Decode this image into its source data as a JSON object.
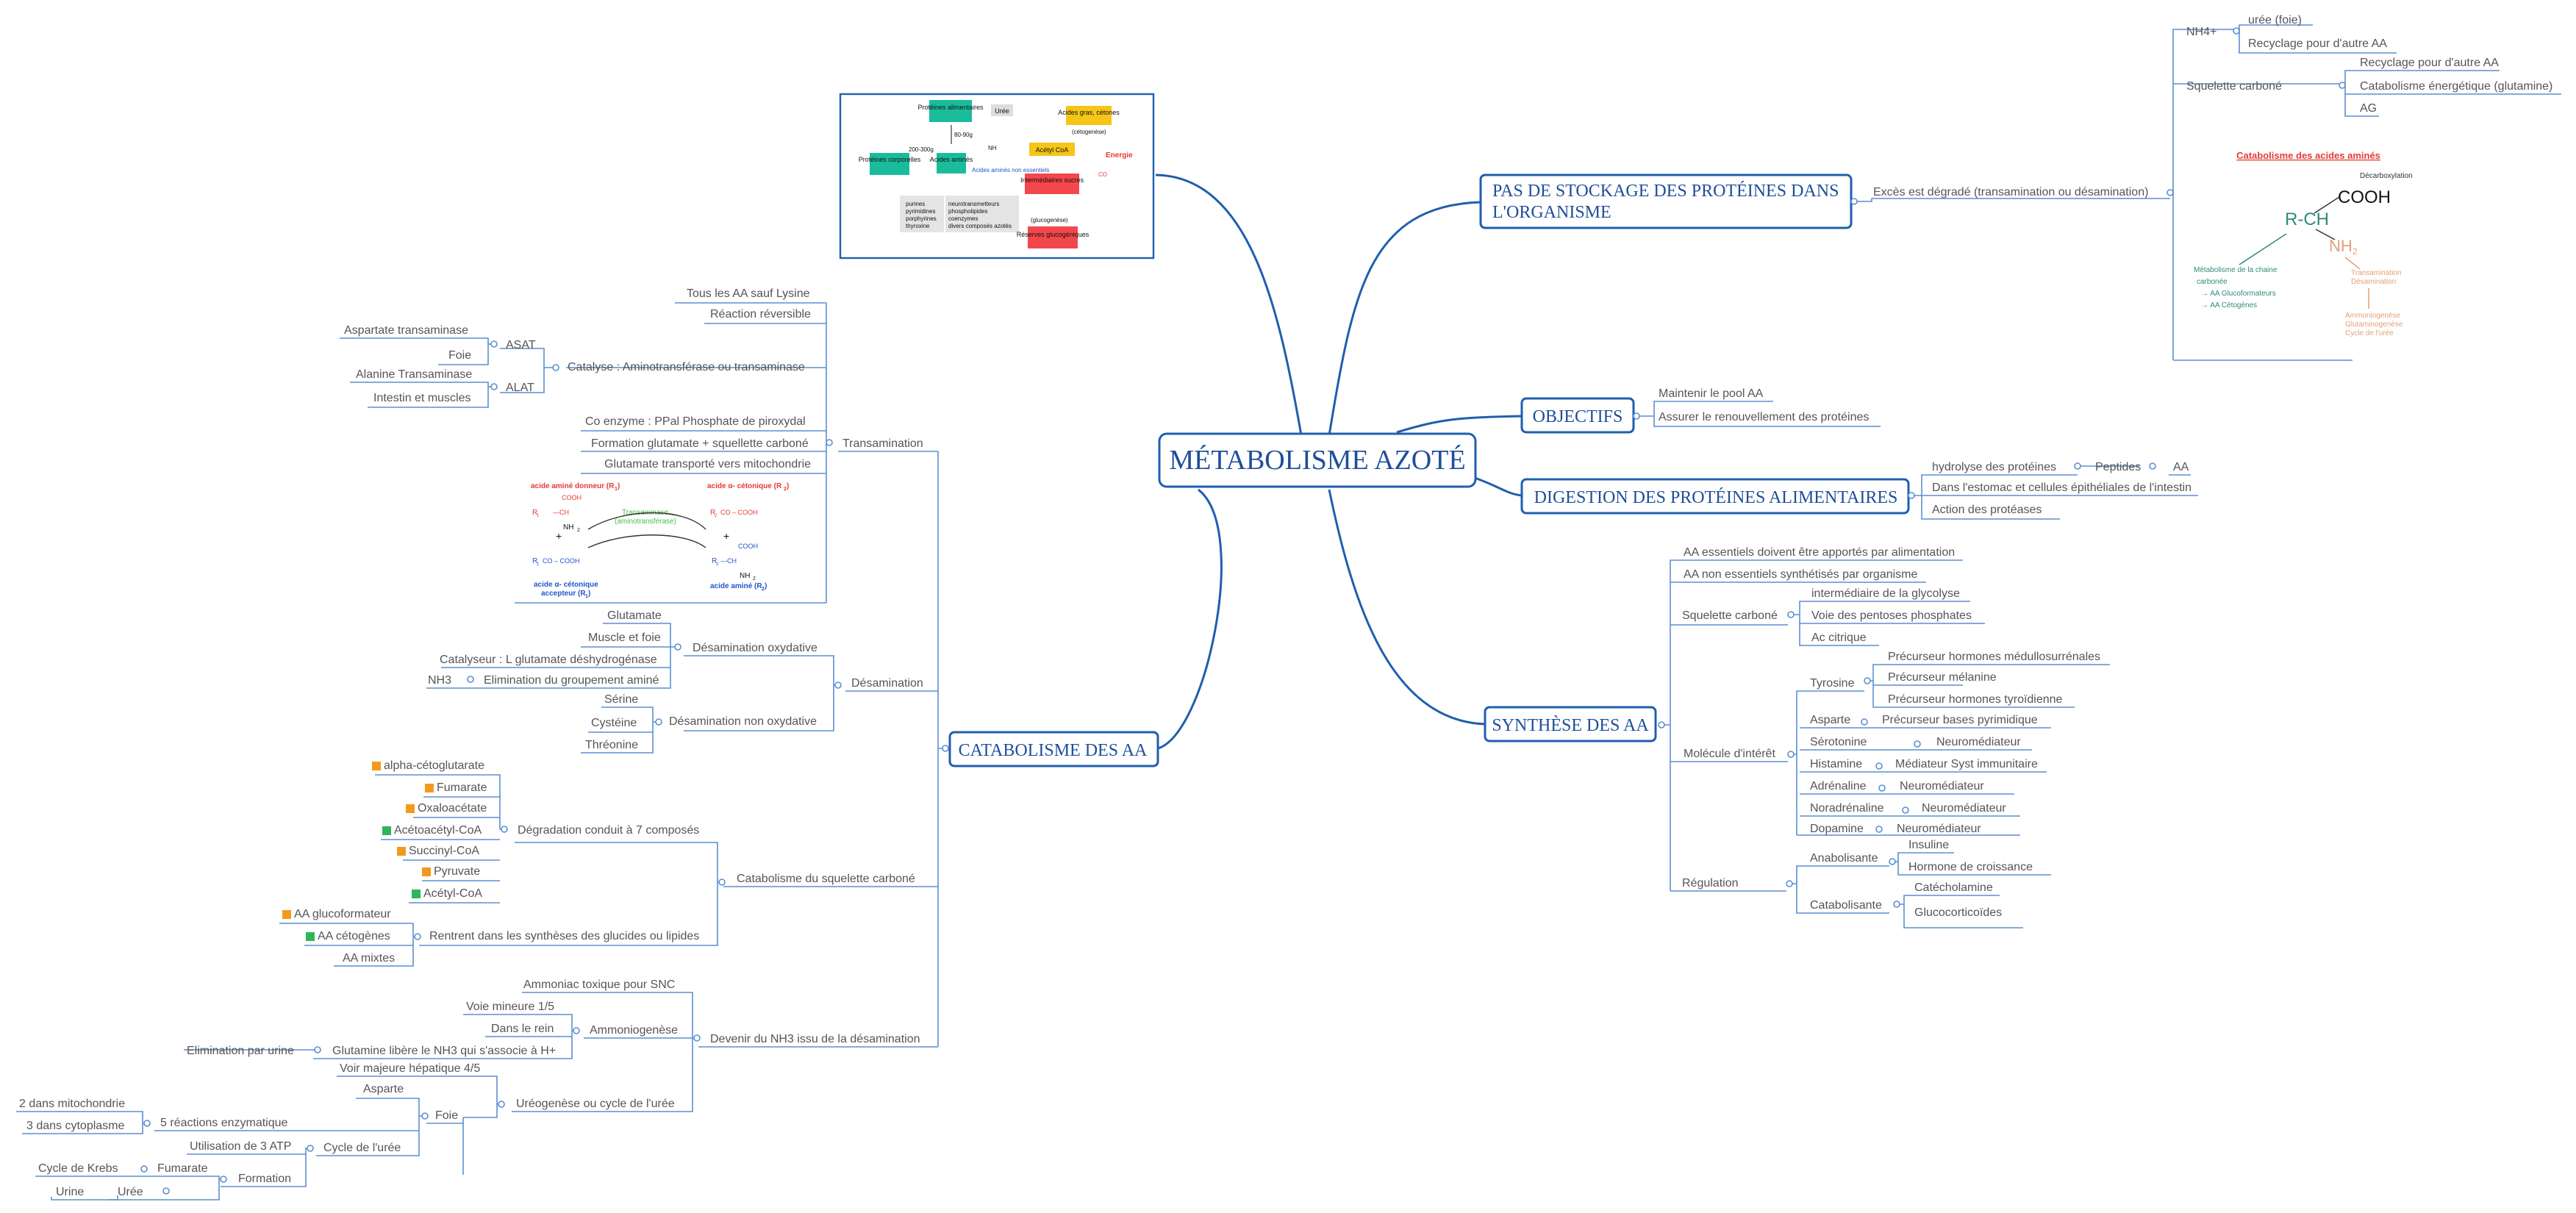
{
  "central": "MÉTABOLISME AZOTÉ",
  "branches": {
    "pas": {
      "label1": "PAS DE STOCKAGE DES PROTÉINES DANS",
      "label2": "L'ORGANISME"
    },
    "obj": {
      "label": "OBJECTIFS"
    },
    "dig": {
      "label": "DIGESTION DES PROTÉINES ALIMENTAIRES"
    },
    "syn": {
      "label": "SYNTHÈSE DES AA"
    },
    "cat": {
      "label": "CATABOLISME DES AA"
    }
  },
  "pas": {
    "exces": "Excès est dégradé (transamination ou désamination)",
    "nh4": "NH4+",
    "uree_foie": "urée (foie)",
    "recyclage": "Recyclage pour d'autre AA",
    "squelette": "Squelette carboné",
    "recyclage2": "Recyclage pour d'autre AA",
    "catab_energ": "Catabolisme énergétique (glutamine)",
    "ag": "AG"
  },
  "cat_img": {
    "title": "Catabolisme des acides aminés",
    "decarb": "Décarboxylation",
    "cooh": "COOH",
    "rch": "R-CH",
    "nh2": "NH",
    "met1": "Métabolisme de la chaine",
    "met2": "carbonée",
    "aa_gluco": "→ AA Glucoformateurs",
    "aa_ceto": "→ AA Cétogènes",
    "trans": "Transamination",
    "desam": "Désamination",
    "ammonio": "Ammoniogenèse",
    "glutam": "Glutaminogenèse",
    "cycle": "Cycle de l'urée"
  },
  "obj": {
    "pool": "Maintenir le pool AA",
    "renouv": "Assurer le renouvellement des protéines"
  },
  "dig": {
    "hydro": "hydrolyse des protéines",
    "peptides": "Peptides",
    "aa": "AA",
    "estomac": "Dans l'estomac et cellules épithéliales de l'intestin",
    "action": "Action des protéases"
  },
  "syn": {
    "ess": "AA essentiels doivent être apportés par alimentation",
    "noness": "AA non essentiels synthétisés par organisme",
    "squel": "Squelette carboné",
    "glyco": "intermédiaire de la glycolyse",
    "pentose": "Voie des pentoses phosphates",
    "citrique": "Ac citrique",
    "mol": "Molécule d'intérêt",
    "tyr": "Tyrosine",
    "tyr1": "Précurseur hormones médullosurrénales",
    "tyr2": "Précurseur mélanine",
    "tyr3": "Précurseur hormones tyroïdienne",
    "asp": "Asparte",
    "asp1": "Précurseur bases pyrimidique",
    "ser": "Sérotonine",
    "ser1": "Neuromédiateur",
    "his": "Histamine",
    "his1": "Médiateur Syst immunitaire",
    "adr": "Adrénaline",
    "adr1": "Neuromédiateur",
    "nor": "Noradrénaline",
    "nor1": "Neuromédiateur",
    "dop": "Dopamine",
    "dop1": "Neuromédiateur",
    "reg": "Régulation",
    "ana": "Anabolisante",
    "insuline": "Insuline",
    "hgh": "Hormone de croissance",
    "cata": "Catabolisante",
    "catecho": "Catécholamine",
    "gluco": "Glucocorticoïdes"
  },
  "cat": {
    "trans": "Transamination",
    "tous": "Tous les AA sauf Lysine",
    "rev": "Réaction réversible",
    "catalyse": "Catalyse : Aminotransférase ou transaminase",
    "asat": "ASAT",
    "asat_name": "Aspartate transaminase",
    "foie": "Foie",
    "alat": "ALAT",
    "alat_name": "Alanine Transaminase",
    "intestin": "Intestin et muscles",
    "coenz": "Co enzyme : PPal Phosphate de piroxydal",
    "form": "Formation glutamate + squellette carboné",
    "transp": "Glutamate transporté vers mitochondrie",
    "desam": "Désamination",
    "oxy": "Désamination oxydative",
    "glutamate": "Glutamate",
    "muscle": "Muscle et foie",
    "catalyseur": "Catalyseur : L glutamate déshydrogénase",
    "nh3": "NH3",
    "elim": "Elimination du groupement aminé",
    "nonoxy": "Désamination non oxydative",
    "serine": "Sérine",
    "cysteine": "Cystéine",
    "threonine": "Thréonine",
    "squel": "Catabolisme du squelette carboné",
    "degr": "Dégradation conduit à 7 composés",
    "c1": "alpha-cétoglutarate",
    "c2": "Fumarate",
    "c3": "Oxaloacétate",
    "c4": "Acétoacétyl-CoA",
    "c5": "Succinyl-CoA",
    "c6": "Pyruvate",
    "c7": "Acétyl-CoA",
    "rentrent": "Rentrent dans les synthèses des glucides ou lipides",
    "aagf": "AA glucoformateur",
    "aace": "AA cétogènes",
    "aam": "AA mixtes",
    "devenir": "Devenir du NH3 issu de la désamination",
    "ammo_tox": "Ammoniac toxique pour SNC",
    "ammonio": "Ammoniogenèse",
    "mineure": "Voie mineure 1/5",
    "rein": "Dans le rein",
    "glutamine": "Glutamine libère le NH3 qui s'associe à H+",
    "elim_urine": "Elimination par urine",
    "ureo": "Uréogenèse ou cycle de l'urée",
    "majeure": "Voir majeure hépatique 4/5",
    "asparte": "Asparte",
    "cinq": "5 réactions enzymatique",
    "mito": "2 dans mitochondrie",
    "cyto": "3 dans cytoplasme",
    "cycle": "Cycle de l'urée",
    "atp": "Utilisation de 3 ATP",
    "formation": "Formation",
    "krebs": "Cycle de Krebs",
    "fumarate": "Fumarate",
    "urine": "Urine",
    "uree": "Urée"
  },
  "trans_img": {
    "don": "acide aminé donneur (R",
    "don_sub": "1",
    "ceto1": "acide α- cétonique (R",
    "ceto1_sub": "2",
    "trans": "Transaminase",
    "trans2": "(aminotransférase)",
    "ceto2": "acide α- cétonique",
    "ceto2b": "accepteur (R",
    "ceto2_sub": "1",
    "aa2": "acide aminé (R",
    "aa2_sub": "2",
    "cooh": "COOH",
    "nh2": "NH",
    "r1": "R",
    "r2": "R",
    "co": "CO – COOH",
    "plus": "+"
  },
  "overview": {
    "prot_alim": "Protéines alimentaires",
    "uree": "Urée",
    "acides_gras": "Acides gras, cétones",
    "g8090": "80-90g",
    "g200": "200-300g",
    "nh3": "NH",
    "cetogenese": "(cétogenèse)",
    "prot_corp": "Protéines corporelles",
    "aa": "Acides aminés",
    "acetyl": "Acétyl CoA",
    "energie": "Energie",
    "co2": "CO",
    "interm": "Intermédiaires sucrés",
    "aas": "Acides aminés non essentiels",
    "purines": "purines",
    "pyrimidines": "pyrimidines",
    "porphyrines": "porphyrines",
    "thyroxine": "thyroxine",
    "neuro": "neurotransmetteurs",
    "phospho": "phospholipides",
    "coenz": "coenzymes",
    "divers": "divers composés azotés",
    "glucogenese": "(glucogenèse)",
    "reserves": "Réserves glucogéniques"
  },
  "colors": {
    "line": "#5b8fd0",
    "branch": "#1f5fae",
    "title": "#1f4e9a",
    "text": "#555555"
  }
}
